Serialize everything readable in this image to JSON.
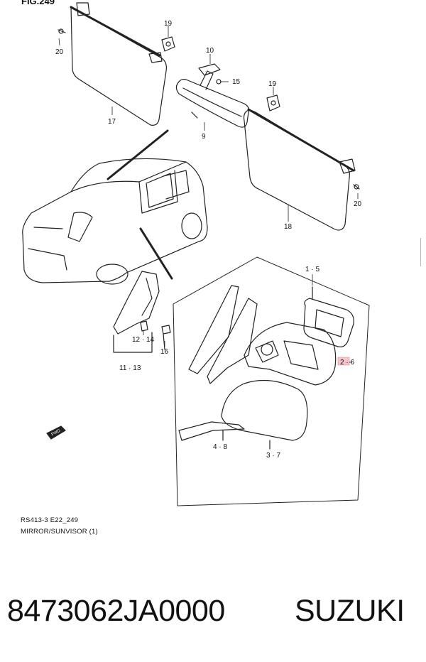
{
  "figure": {
    "title": "FIG.249",
    "code": "RS413-3 E22_249",
    "name": "MIRROR/SUNVISOR (1)"
  },
  "callouts": {
    "c19a": "19",
    "c20a": "20",
    "c17": "17",
    "c10": "10",
    "c15": "15",
    "c9": "9",
    "c19b": "19",
    "c20b": "20",
    "c18": "18",
    "c15r": "1 · 5",
    "c26": "2 · 6",
    "c1214": "12 · 14",
    "c16": "16",
    "c1113": "11 · 13",
    "c48": "4 · 8",
    "c37": "3 · 7"
  },
  "fwd_label": "FWD",
  "footer": {
    "part_number": "8473062JA0000",
    "brand": "SUZUKI"
  }
}
